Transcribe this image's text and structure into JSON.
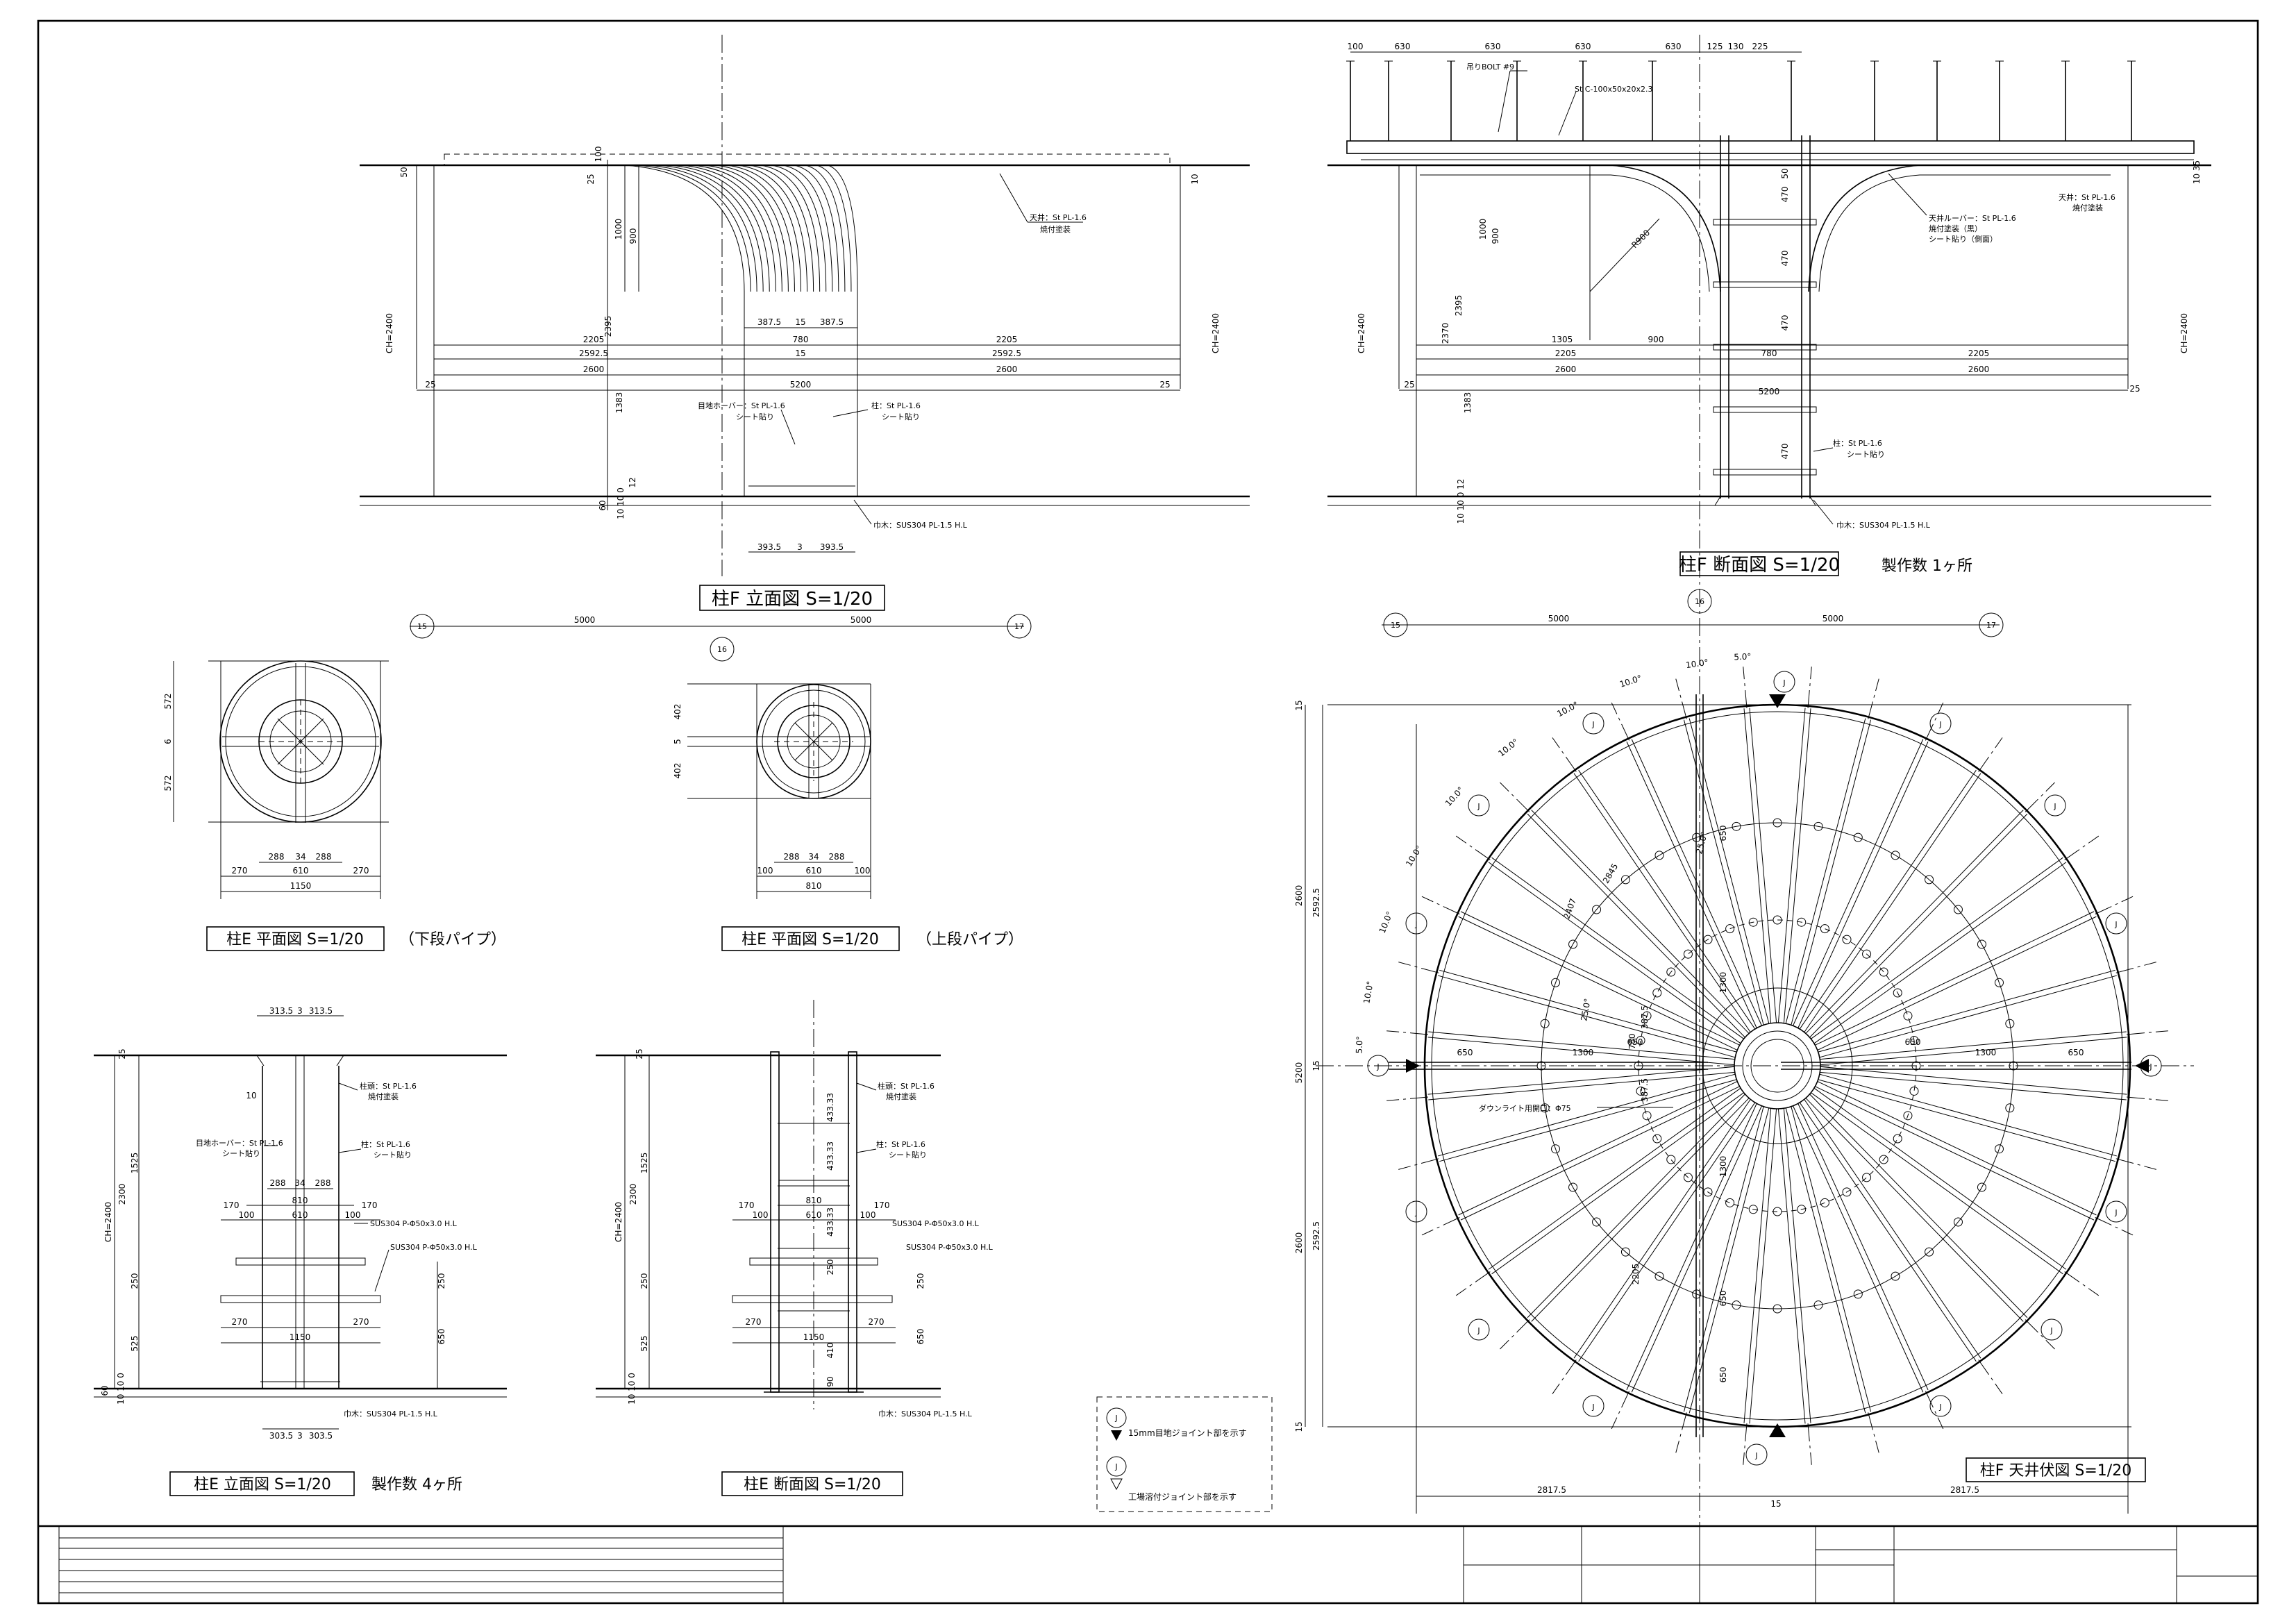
{
  "titles": {
    "f_elev": "柱F 立面図  S=1/20",
    "f_sect": "柱F 断面図  S=1/20",
    "f_sect_qty": "製作数 1ヶ所",
    "e_plan_low": "柱E 平面図  S=1/20",
    "e_plan_low_note": "（下段パイプ）",
    "e_plan_up": "柱E 平面図  S=1/20",
    "e_plan_up_note": "（上段パイプ）",
    "e_elev": "柱E 立面図  S=1/20",
    "e_elev_qty": "製作数 4ヶ所",
    "e_sect": "柱E 断面図  S=1/20",
    "f_ceil": "柱F 天井伏図  S=1/20"
  },
  "grid": {
    "g15": "15",
    "g16": "16",
    "g17": "17",
    "span": "5000",
    "j": "J"
  },
  "legend": {
    "joint15": "15mm目地ジョイント部を示す",
    "shop": "工場溶付ジョイント部を示す"
  },
  "notes": {
    "ceiling_louver": "天井ルーバー：St PL-1.6",
    "ceiling_finish": "焼付塗装",
    "ceiling_plate": "天井：St PL-1.6",
    "fin": "目地ホーバー：St PL-1.6",
    "sheet_cut": "シート貼り",
    "column_pl": "柱：St PL-1.6",
    "base": "巾木：SUS304 PL-1.5 H.L",
    "bolt": "吊りBOLT #9",
    "channel": "St C-100x50x20x2.3",
    "louver_sect": "天井ルーバー：St PL-1.6",
    "louver_sect2": "焼付塗装（黒）",
    "louver_sect3": "シート貼り（側面）",
    "capital": "柱頭：St PL-1.6",
    "pipe": "SUS304 P-Φ50x3.0 H.L",
    "downlight": "ダウンライト用開口：Φ75"
  },
  "dims": {
    "d10": "10",
    "d12": "12",
    "d15": "15",
    "d25": "25",
    "d50": "50",
    "d100": "100",
    "d125": "125",
    "d130": "130",
    "d225": "225",
    "d3": "3",
    "d34": "34",
    "d6": "6",
    "d5": "5",
    "d60": "60",
    "d90": "90",
    "d10_0": "10 10 0",
    "d10_0b": "10 10 0 12",
    "d35": "10 35",
    "d1000": "1000",
    "d900": "900",
    "d2395": "2395",
    "d2370": "2370",
    "d1383": "1383",
    "ch2400": "CH=2400",
    "d387_5": "387.5",
    "d780": "780",
    "d2205": "2205",
    "d2592_5": "2592.5",
    "d2600": "2600",
    "d5200": "5200",
    "d393_5": "393.5",
    "d630": "630",
    "d1305": "1305",
    "r900": "R900",
    "d470": "470",
    "d572": "572",
    "d402": "402",
    "d288": "288",
    "d610": "610",
    "d270": "270",
    "d1150": "1150",
    "d810": "810",
    "d313_5": "313.5",
    "d303_5": "303.5",
    "d1525": "1525",
    "d2300": "2300",
    "d170": "170",
    "d250": "250",
    "d525": "525",
    "d650": "650",
    "d433_33": "433.33",
    "d410": "410",
    "d1300": "1300",
    "d2817_5": "2817.5",
    "d10deg": "10.0°",
    "d5deg": "5.0°",
    "d25deg": "25.0°",
    "d2845": "2845",
    "d2407": "2407"
  }
}
